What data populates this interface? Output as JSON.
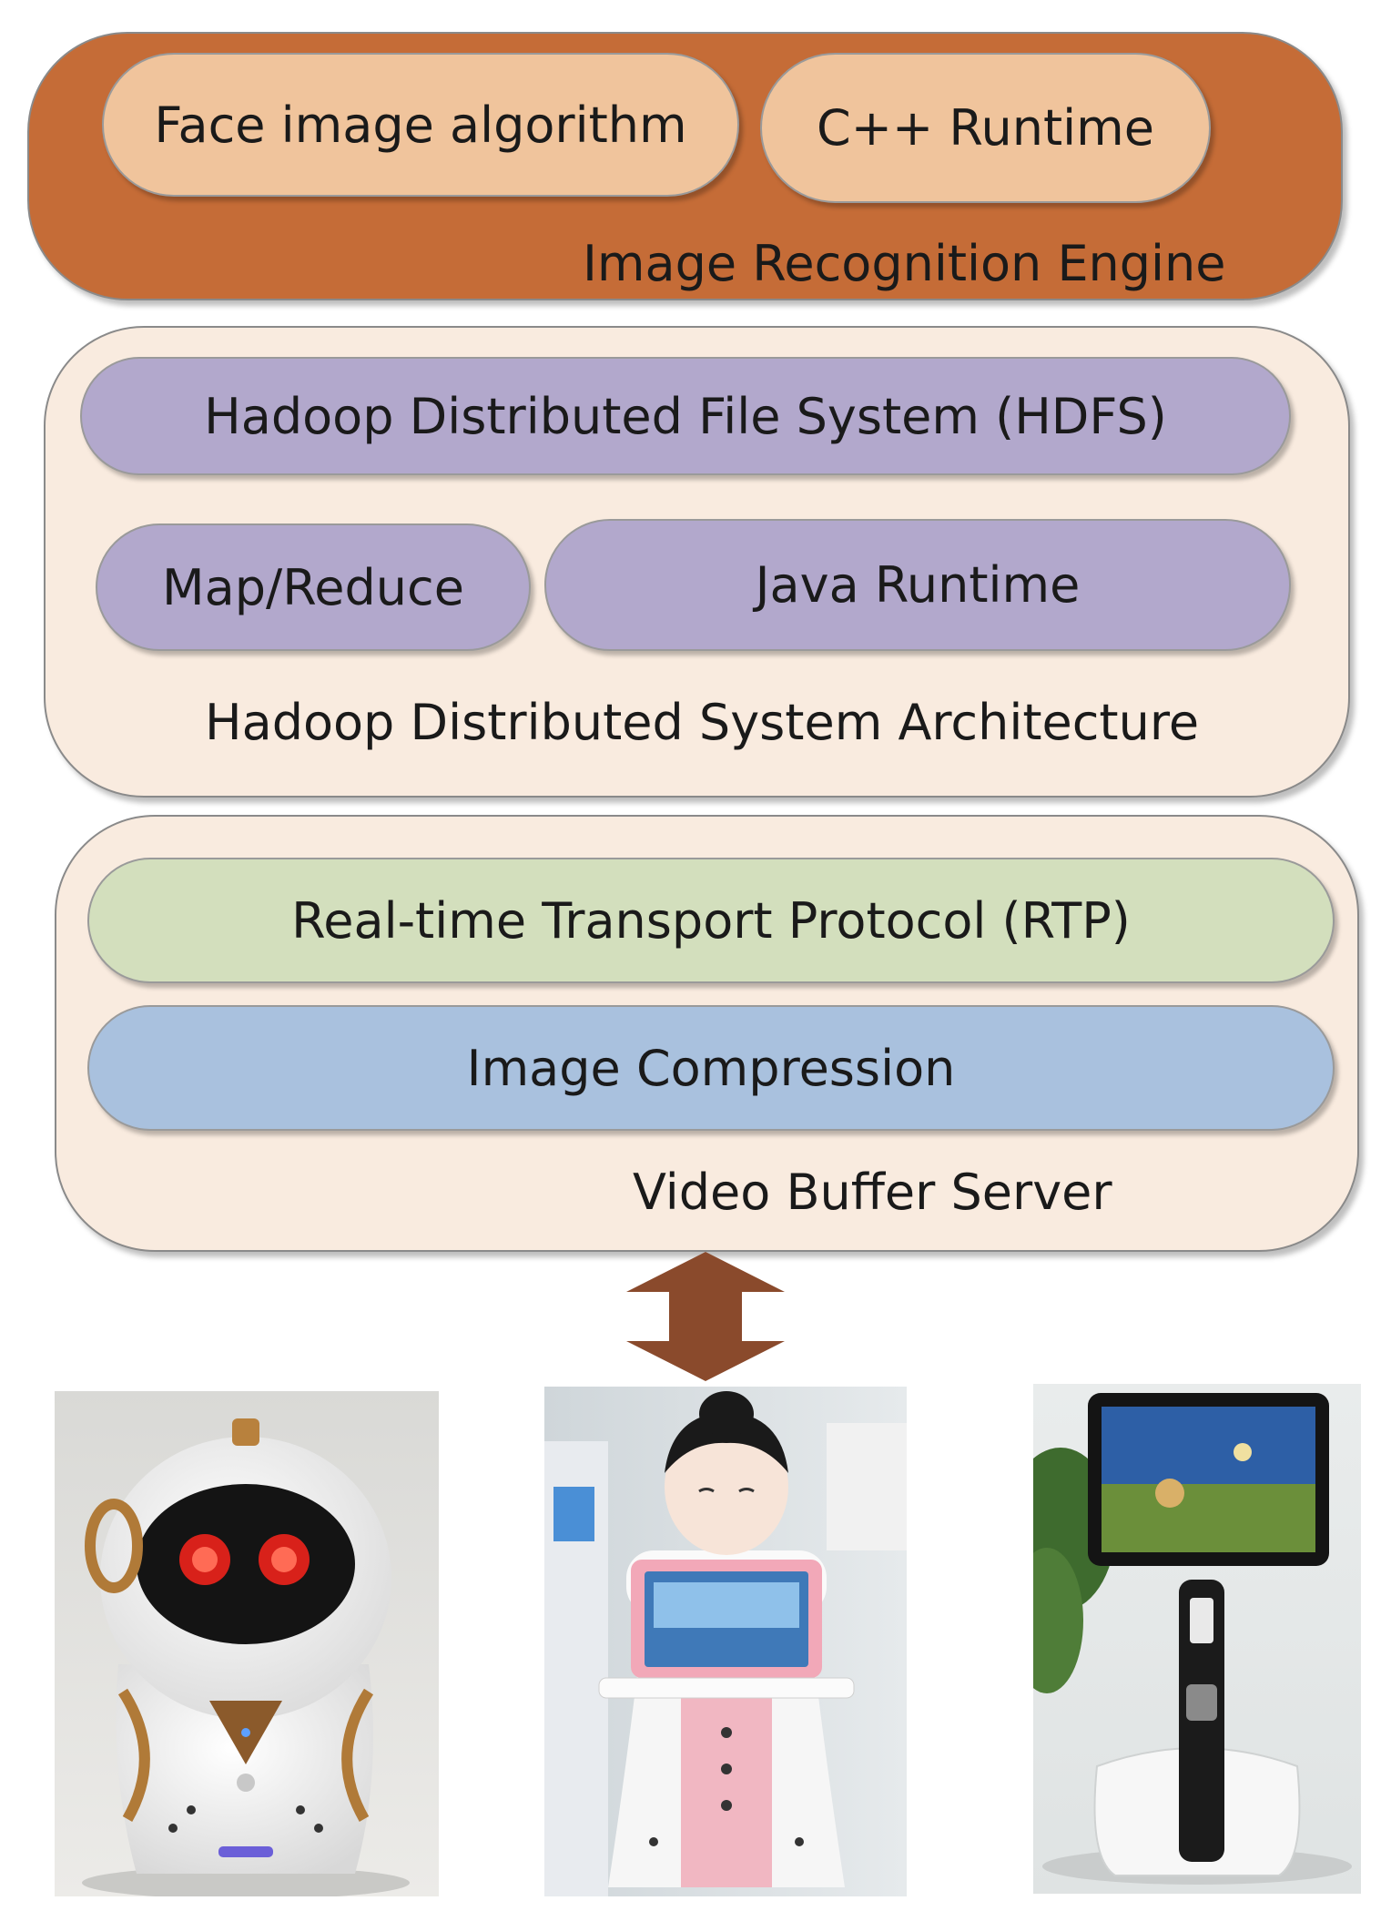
{
  "layers": {
    "engine": {
      "label": "Image Recognition Engine",
      "items": [
        "Face image algorithm",
        "C++ Runtime"
      ]
    },
    "hadoop": {
      "label": "Hadoop Distributed System Architecture",
      "items": [
        "Hadoop Distributed File System (HDFS)",
        "Map/Reduce",
        "Java Runtime"
      ]
    },
    "video_buffer": {
      "label": "Video Buffer Server",
      "items": [
        "Real-time Transport Protocol (RTP)",
        "Image Compression"
      ]
    }
  },
  "colors": {
    "engine_bg": "#c56c37",
    "engine_item": "#f0c49c",
    "container_bg": "#f9ebdf",
    "hadoop_item": "#b2a8cc",
    "rtp_item": "#d3dfbd",
    "compression_item": "#a9c1de",
    "arrow": "#8a4a2c"
  }
}
